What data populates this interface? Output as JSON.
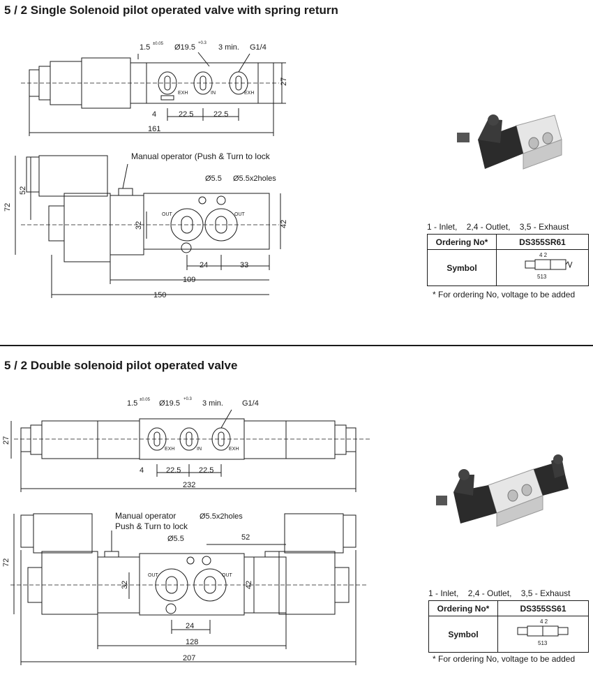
{
  "section1": {
    "title": "5 / 2 Single Solenoid pilot operated valve with spring return",
    "top_view": {
      "dims": {
        "d1_5": "1.5",
        "d1_5_tol": "±0.05",
        "d19_5": "Ø19.5",
        "d19_5_tol": "+0.3",
        "d3min": "3 min.",
        "g14": "G1/4",
        "d27": "27",
        "d4": "4",
        "d22_5a": "22.5",
        "d22_5b": "22.5",
        "d161": "161"
      },
      "ports": {
        "exh_left": "EXH",
        "in": "IN",
        "exh_right": "EXH"
      }
    },
    "front_view": {
      "manual_operator": "Manual operator (Push & Turn to lock",
      "dims": {
        "d5_5": "Ø5.5",
        "d5_5x2": "Ø5.5x2holes",
        "d72": "72",
        "d52": "52",
        "d32": "32",
        "d42": "42",
        "d24": "24",
        "d33": "33",
        "d109": "109",
        "d150": "150"
      },
      "ports": {
        "out_left": "OUT",
        "out_right": "OUT"
      }
    },
    "legend": {
      "inlet": "1 - Inlet,",
      "outlet": "2,4 - Outlet,",
      "exhaust": "3,5 - Exhaust"
    },
    "spec_table": {
      "ordering_label": "Ordering No*",
      "ordering_value": "DS355SR61",
      "symbol_label": "Symbol",
      "sym_top": "4 2",
      "sym_bottom": "513"
    },
    "footnote": "* For ordering No, voltage to be added"
  },
  "section2": {
    "title": "5 / 2 Double solenoid pilot operated valve",
    "top_view": {
      "dims": {
        "d1_5": "1.5",
        "d1_5_tol": "±0.05",
        "d19_5": "Ø19.5",
        "d19_5_tol": "+0.3",
        "d3min": "3 min.",
        "g14": "G1/4",
        "d27": "27",
        "d4": "4",
        "d22_5a": "22.5",
        "d22_5b": "22.5",
        "d232": "232"
      },
      "ports": {
        "exh_left": "EXH",
        "in": "IN",
        "exh_right": "EXH"
      }
    },
    "front_view": {
      "manual_operator_1": "Manual operator",
      "manual_operator_2": "Push & Turn to lock",
      "dims": {
        "d5_5x2": "Ø5.5x2holes",
        "d5_5": "Ø5.5",
        "d52": "52",
        "d72": "72",
        "d32": "32",
        "d42": "42",
        "d24": "24",
        "d128": "128",
        "d207": "207"
      },
      "ports": {
        "out_left": "OUT",
        "out_right": "OUT"
      }
    },
    "legend": {
      "inlet": "1 - Inlet,",
      "outlet": "2,4 - Outlet,",
      "exhaust": "3,5 - Exhaust"
    },
    "spec_table": {
      "ordering_label": "Ordering No*",
      "ordering_value": "DS355SS61",
      "symbol_label": "Symbol",
      "sym_top": "4 2",
      "sym_bottom": "513"
    },
    "footnote": "* For ordering No, voltage to be added"
  }
}
